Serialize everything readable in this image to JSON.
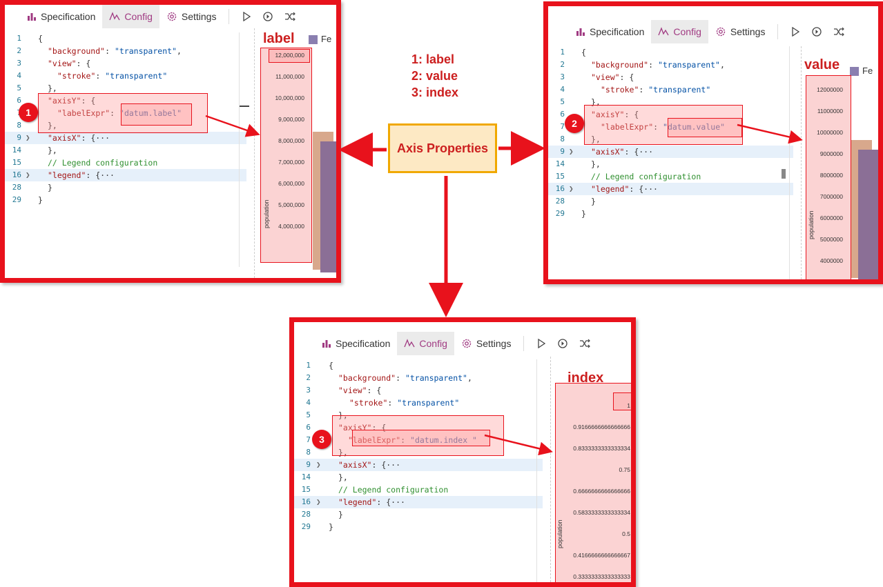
{
  "toolbar": {
    "tabs": [
      {
        "label": "Specification",
        "icon": "bar-chart-icon"
      },
      {
        "label": "Config",
        "icon": "pen-icon"
      },
      {
        "label": "Settings",
        "icon": "gear-icon"
      }
    ],
    "controls": [
      "play-icon",
      "refresh-icon",
      "shuffle-icon"
    ]
  },
  "code": {
    "line_numbers": [
      "1",
      "2",
      "3",
      "4",
      "5",
      "6",
      "7",
      "8",
      "9",
      "14",
      "15",
      "16",
      "28",
      "29"
    ],
    "json_open": "{",
    "background_key": "\"background\"",
    "background_value": "\"transparent\"",
    "view_key": "\"view\"",
    "stroke_key": "\"stroke\"",
    "stroke_value": "\"transparent\"",
    "axisY_key": "\"axisY\"",
    "labelExpr_key": "\"labelExpr\"",
    "axisX_key": "\"axisX\"",
    "comment": "// Legend configuration",
    "legend_key": "\"legend\"",
    "collapsed": "{···",
    "close_brace": "}"
  },
  "panels": [
    {
      "number": "1",
      "label_expr": "\"datum.label\"",
      "chart_label": "label",
      "y_axis_title": "population",
      "legend_text": "Fe",
      "ticks": [
        "12,000,000",
        "11,000,000",
        "10,000,000",
        "9,000,000",
        "8,000,000",
        "7,000,000",
        "6,000,000",
        "5,000,000",
        "4,000,000"
      ]
    },
    {
      "number": "2",
      "label_expr": "\"datum.value\"",
      "chart_label": "value",
      "y_axis_title": "population",
      "legend_text": "Fe",
      "ticks": [
        "12000000",
        "11000000",
        "10000000",
        "9000000",
        "8000000",
        "7000000",
        "6000000",
        "5000000",
        "4000000"
      ]
    },
    {
      "number": "3",
      "label_expr": "\"datum.index \"",
      "chart_label": "index",
      "y_axis_title": "population",
      "legend_text": "",
      "ticks": [
        "1",
        "0.9166666666666666",
        "0.8333333333333334",
        "0.75",
        "0.6666666666666666",
        "0.5833333333333334",
        "0.5",
        "0.4166666666666667",
        "0.3333333333333333"
      ]
    }
  ],
  "center": {
    "legend_lines": [
      "1: label",
      "2: value",
      "3: index"
    ],
    "callout": "Axis Properties"
  },
  "colors": {
    "frame": "#e8121c",
    "callout_border": "#f0a800",
    "callout_fill": "#fde9c4",
    "bar_female": "#8b6f96",
    "bar_male": "#d8a88c",
    "legend_swatch": "#8a7fb0"
  }
}
